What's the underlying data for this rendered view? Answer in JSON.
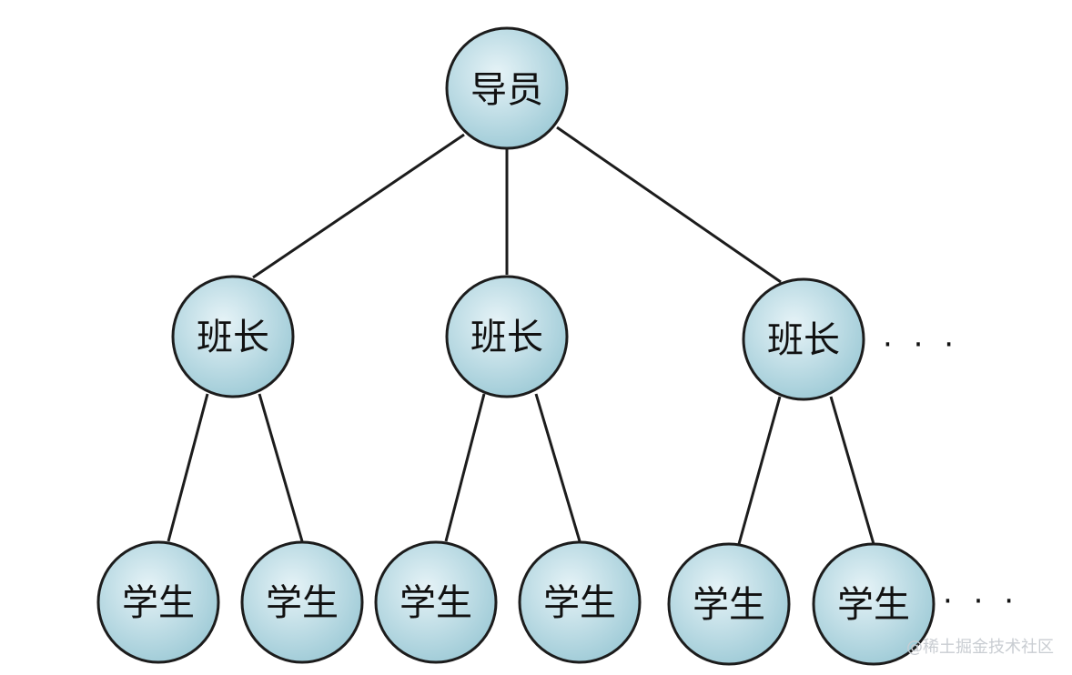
{
  "diagram": {
    "type": "tree",
    "root": {
      "label": "导员",
      "children": [
        {
          "label": "班长",
          "children": [
            {
              "label": "学生"
            },
            {
              "label": "学生"
            }
          ]
        },
        {
          "label": "班长",
          "children": [
            {
              "label": "学生"
            },
            {
              "label": "学生"
            }
          ]
        },
        {
          "label": "班长",
          "children": [
            {
              "label": "学生"
            },
            {
              "label": "学生"
            }
          ]
        }
      ]
    },
    "continuation_marks": [
      "· · ·",
      "· · ·"
    ],
    "colors": {
      "node_fill_light": "#e6f3f7",
      "node_fill_dark": "#9fcbd7",
      "stroke": "#1c1c1c"
    }
  },
  "watermark": "@稀土掘金技术社区"
}
